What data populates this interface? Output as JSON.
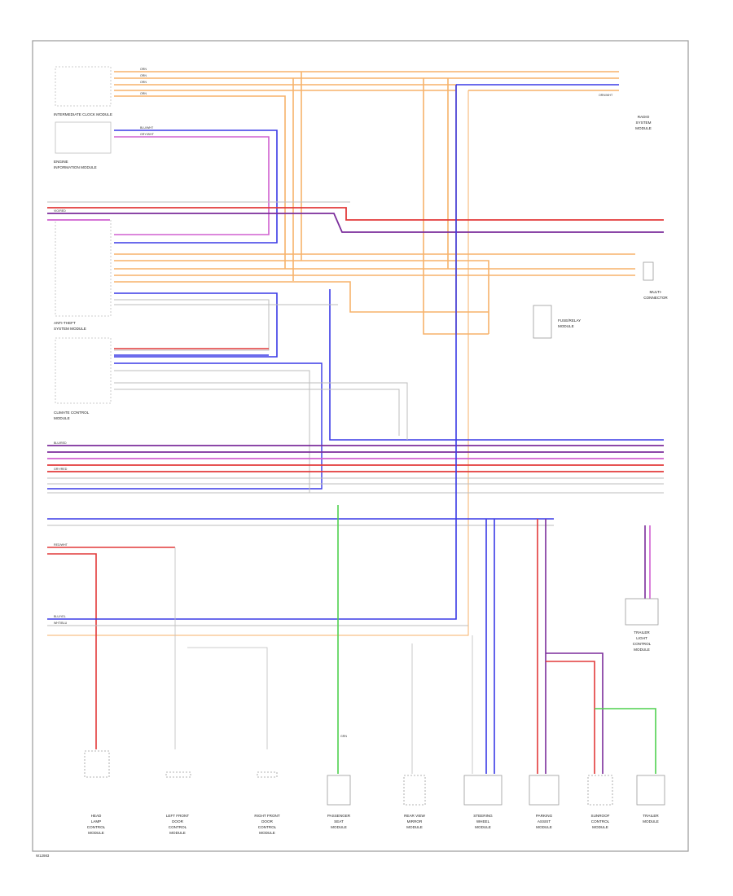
{
  "colors": {
    "orange": "#f7b26a",
    "purple": "#7b2d9b",
    "blue": "#3a3ae6",
    "red": "#e23a3a",
    "pink": "#d060d0",
    "green": "#4fd14f",
    "gray": "#bdbdbd",
    "frame": "#9a9a9a"
  },
  "components": {
    "intermediate_clock_module": "INTERMEDIATE CLOCK MODULE",
    "engine_information_module": [
      "ENGINE",
      "INFORMATION MODULE"
    ],
    "anti_theft_system_module": [
      "ANTI-THEFT",
      "SYSTEM MODULE"
    ],
    "climate_control_module": [
      "CLIMATE CONTROL",
      "MODULE"
    ],
    "radio_system_module": [
      "RADIO",
      "SYSTEM",
      "MODULE"
    ],
    "multi_connector": [
      "MULTI-",
      "CONNECTOR"
    ],
    "fuse_relay_module": [
      "FUSE/RELAY",
      "MODULE"
    ],
    "bottom_modules": [
      [
        "HEAD",
        "LAMP",
        "CONTROL",
        "MODULE"
      ],
      [
        "LEFT FRONT",
        "DOOR",
        "CONTROL",
        "MODULE"
      ],
      [
        "RIGHT FRONT",
        "DOOR",
        "CONTROL",
        "MODULE"
      ],
      [
        "PASSENGER",
        "SEAT",
        "MODULE"
      ],
      [
        "REAR VIEW",
        "MIRROR",
        "MODULE"
      ],
      [
        "STEERING",
        "WHEEL",
        "MODULE"
      ],
      [
        "PARKING",
        "ASSIST",
        "MODULE"
      ],
      [
        "SUNROOF",
        "CONTROL",
        "MODULE"
      ],
      [
        "TRAILER",
        "MODULE"
      ]
    ],
    "right_lower_module": [
      "TRAILER",
      "LIGHT",
      "CONTROL",
      "MODULE"
    ]
  },
  "wire_labels": {
    "orange": "ORN",
    "orange_white": "ORN/WHT",
    "blue_white": "BLU/WHT",
    "grey_white": "GRY/WHT",
    "violet_red": "VIO/RED",
    "blue_red": "BLU/RED",
    "grey_red": "GRY/RED",
    "red_white": "RED/WHT",
    "blue_yel": "BLU/YEL",
    "white_blue": "WHT/BLU",
    "green": "GRN"
  },
  "footer_code": "W12983"
}
